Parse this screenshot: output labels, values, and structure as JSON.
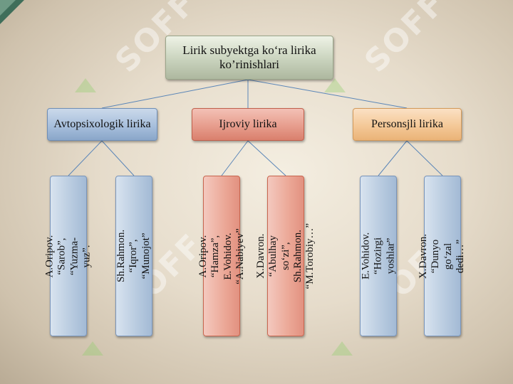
{
  "diagram": {
    "root": "Lirik subyektga ko‘ra lirika ko’rinishlari",
    "categories": [
      {
        "label": "Avtopsixologik lirika",
        "color": "#a7bfdc"
      },
      {
        "label": "Ijroviy lirika",
        "color": "#e79d8d"
      },
      {
        "label": "Personsjli lirika",
        "color": "#f4c897"
      }
    ],
    "leaves": [
      "A.Oripov. “Sarob”, “Yuzma-yuz”.",
      "Sh.Rahmon. “Iqror”, “Munojot”",
      "A.Oripov. “Hamza”, E.Vohidov. “A.Nabiyev”",
      "X.Davron. “Abulhay so‘zi”, Sh.Rahmon. “M.Torobiy…”",
      "E.Vohidov. “Hozirgi yoshlar”",
      "X.Davron. “Dunyo go‘zal dedi…”"
    ]
  },
  "watermark": {
    "text": "SOFF",
    "icon": "soff-logo-icon"
  }
}
